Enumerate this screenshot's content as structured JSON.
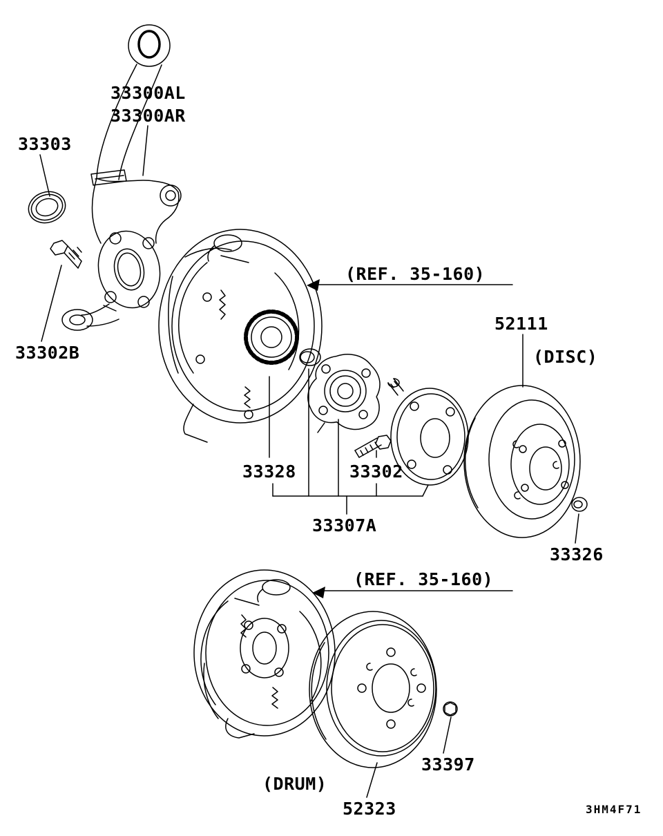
{
  "colors": {
    "ink": "#000000",
    "background": "#ffffff"
  },
  "page": {
    "drawing_code": "3HM4F71"
  },
  "callouts": {
    "arm_upper_left": "33300AL",
    "arm_upper_right": "33300AR",
    "seal": "33303",
    "knuckle_bolt": "33302B",
    "ref_backing_plate_upper": "(REF. 35-160)",
    "disc": "52111",
    "disc_caption": "(DISC)",
    "abs_rotor": "33328",
    "hub_bolt": "33302",
    "hub_bearing_unit": "33307A",
    "disc_cap": "33326",
    "ref_backing_plate_lower": "(REF. 35-160)",
    "drum_cap": "33397",
    "drum_caption": "(DRUM)",
    "drum": "52323"
  }
}
